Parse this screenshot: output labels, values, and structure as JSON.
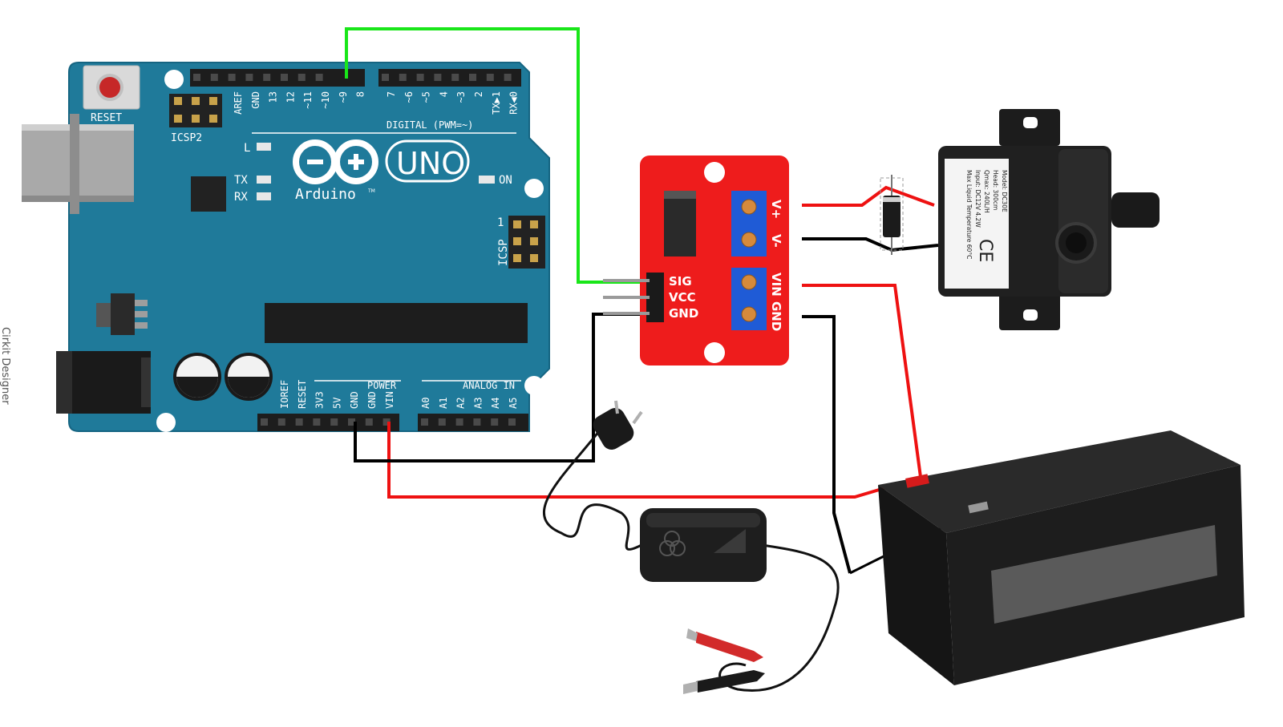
{
  "arduino": {
    "reset_label": "RESET",
    "icsp2_label": "ICSP2",
    "icsp_label": "ICSP",
    "icsp_pin1": "1",
    "led_l": "L",
    "led_tx": "TX",
    "led_rx": "RX",
    "led_on": "ON",
    "model": "UNO",
    "brand": "Arduino",
    "trademark": "TM",
    "digital_label": "DIGITAL (PWM=~)",
    "digital_pins_a": [
      "AREF",
      "GND",
      "13",
      "12",
      "~11",
      "~10",
      "~9",
      "8"
    ],
    "digital_pins_b": [
      "7",
      "~6",
      "~5",
      "4",
      "~3",
      "2",
      "TX▶1",
      "RX◀0"
    ],
    "power_label": "POWER",
    "power_pins": [
      "IOREF",
      "RESET",
      "3V3",
      "5V",
      "GND",
      "GND",
      "VIN"
    ],
    "analog_label": "ANALOG IN",
    "analog_pins": [
      "A0",
      "A1",
      "A2",
      "A3",
      "A4",
      "A5"
    ]
  },
  "mosfet": {
    "pin_sig": "SIG",
    "pin_vcc": "VCC",
    "pin_gnd": "GND",
    "out_plus": "V+",
    "out_minus": "V-",
    "in_vin": "VIN",
    "in_gnd": "GND"
  },
  "pump": {
    "label_lines": [
      "Model: DC30E",
      "Head: 300cm",
      "Qmax: 240L/H",
      "Input: DC12V 4.2W",
      "Max Liquid Temperature 60°C"
    ],
    "ce_mark": "CE"
  },
  "colors": {
    "board": "#1f7a9a",
    "board_edge": "#166582",
    "signal_wire": "#19e619",
    "power_wire": "#ee1111",
    "ground_wire": "#000000",
    "mosfet_board": "#ee1c1c",
    "terminal": "#1f5bd6"
  },
  "edge_text": "Cirkit Designer"
}
